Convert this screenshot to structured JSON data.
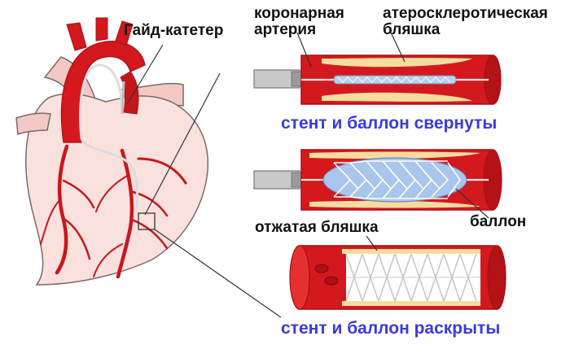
{
  "labels": {
    "guide_catheter": "Гайд-катетер",
    "coronary_artery_line1": "коронарная",
    "coronary_artery_line2": "артерия",
    "plaque_line1": "атеросклеротическая",
    "plaque_line2": "бляшка",
    "stage1_caption": "стент и баллон свернуты",
    "balloon": "баллон",
    "compressed_plaque": "отжатая бляшка",
    "stage3_caption": "стент и баллон раскрыты"
  },
  "colors": {
    "artery_red": "#d3191e",
    "artery_dark": "#a90f14",
    "plaque_cream": "#f7dca0",
    "heart_skin": "#fbe1de",
    "heart_outline": "#7a6a68",
    "balloon_blue": "#aac6ec",
    "caption_blue": "#3a3ae0",
    "catheter_gray": "#b9b9b9"
  }
}
